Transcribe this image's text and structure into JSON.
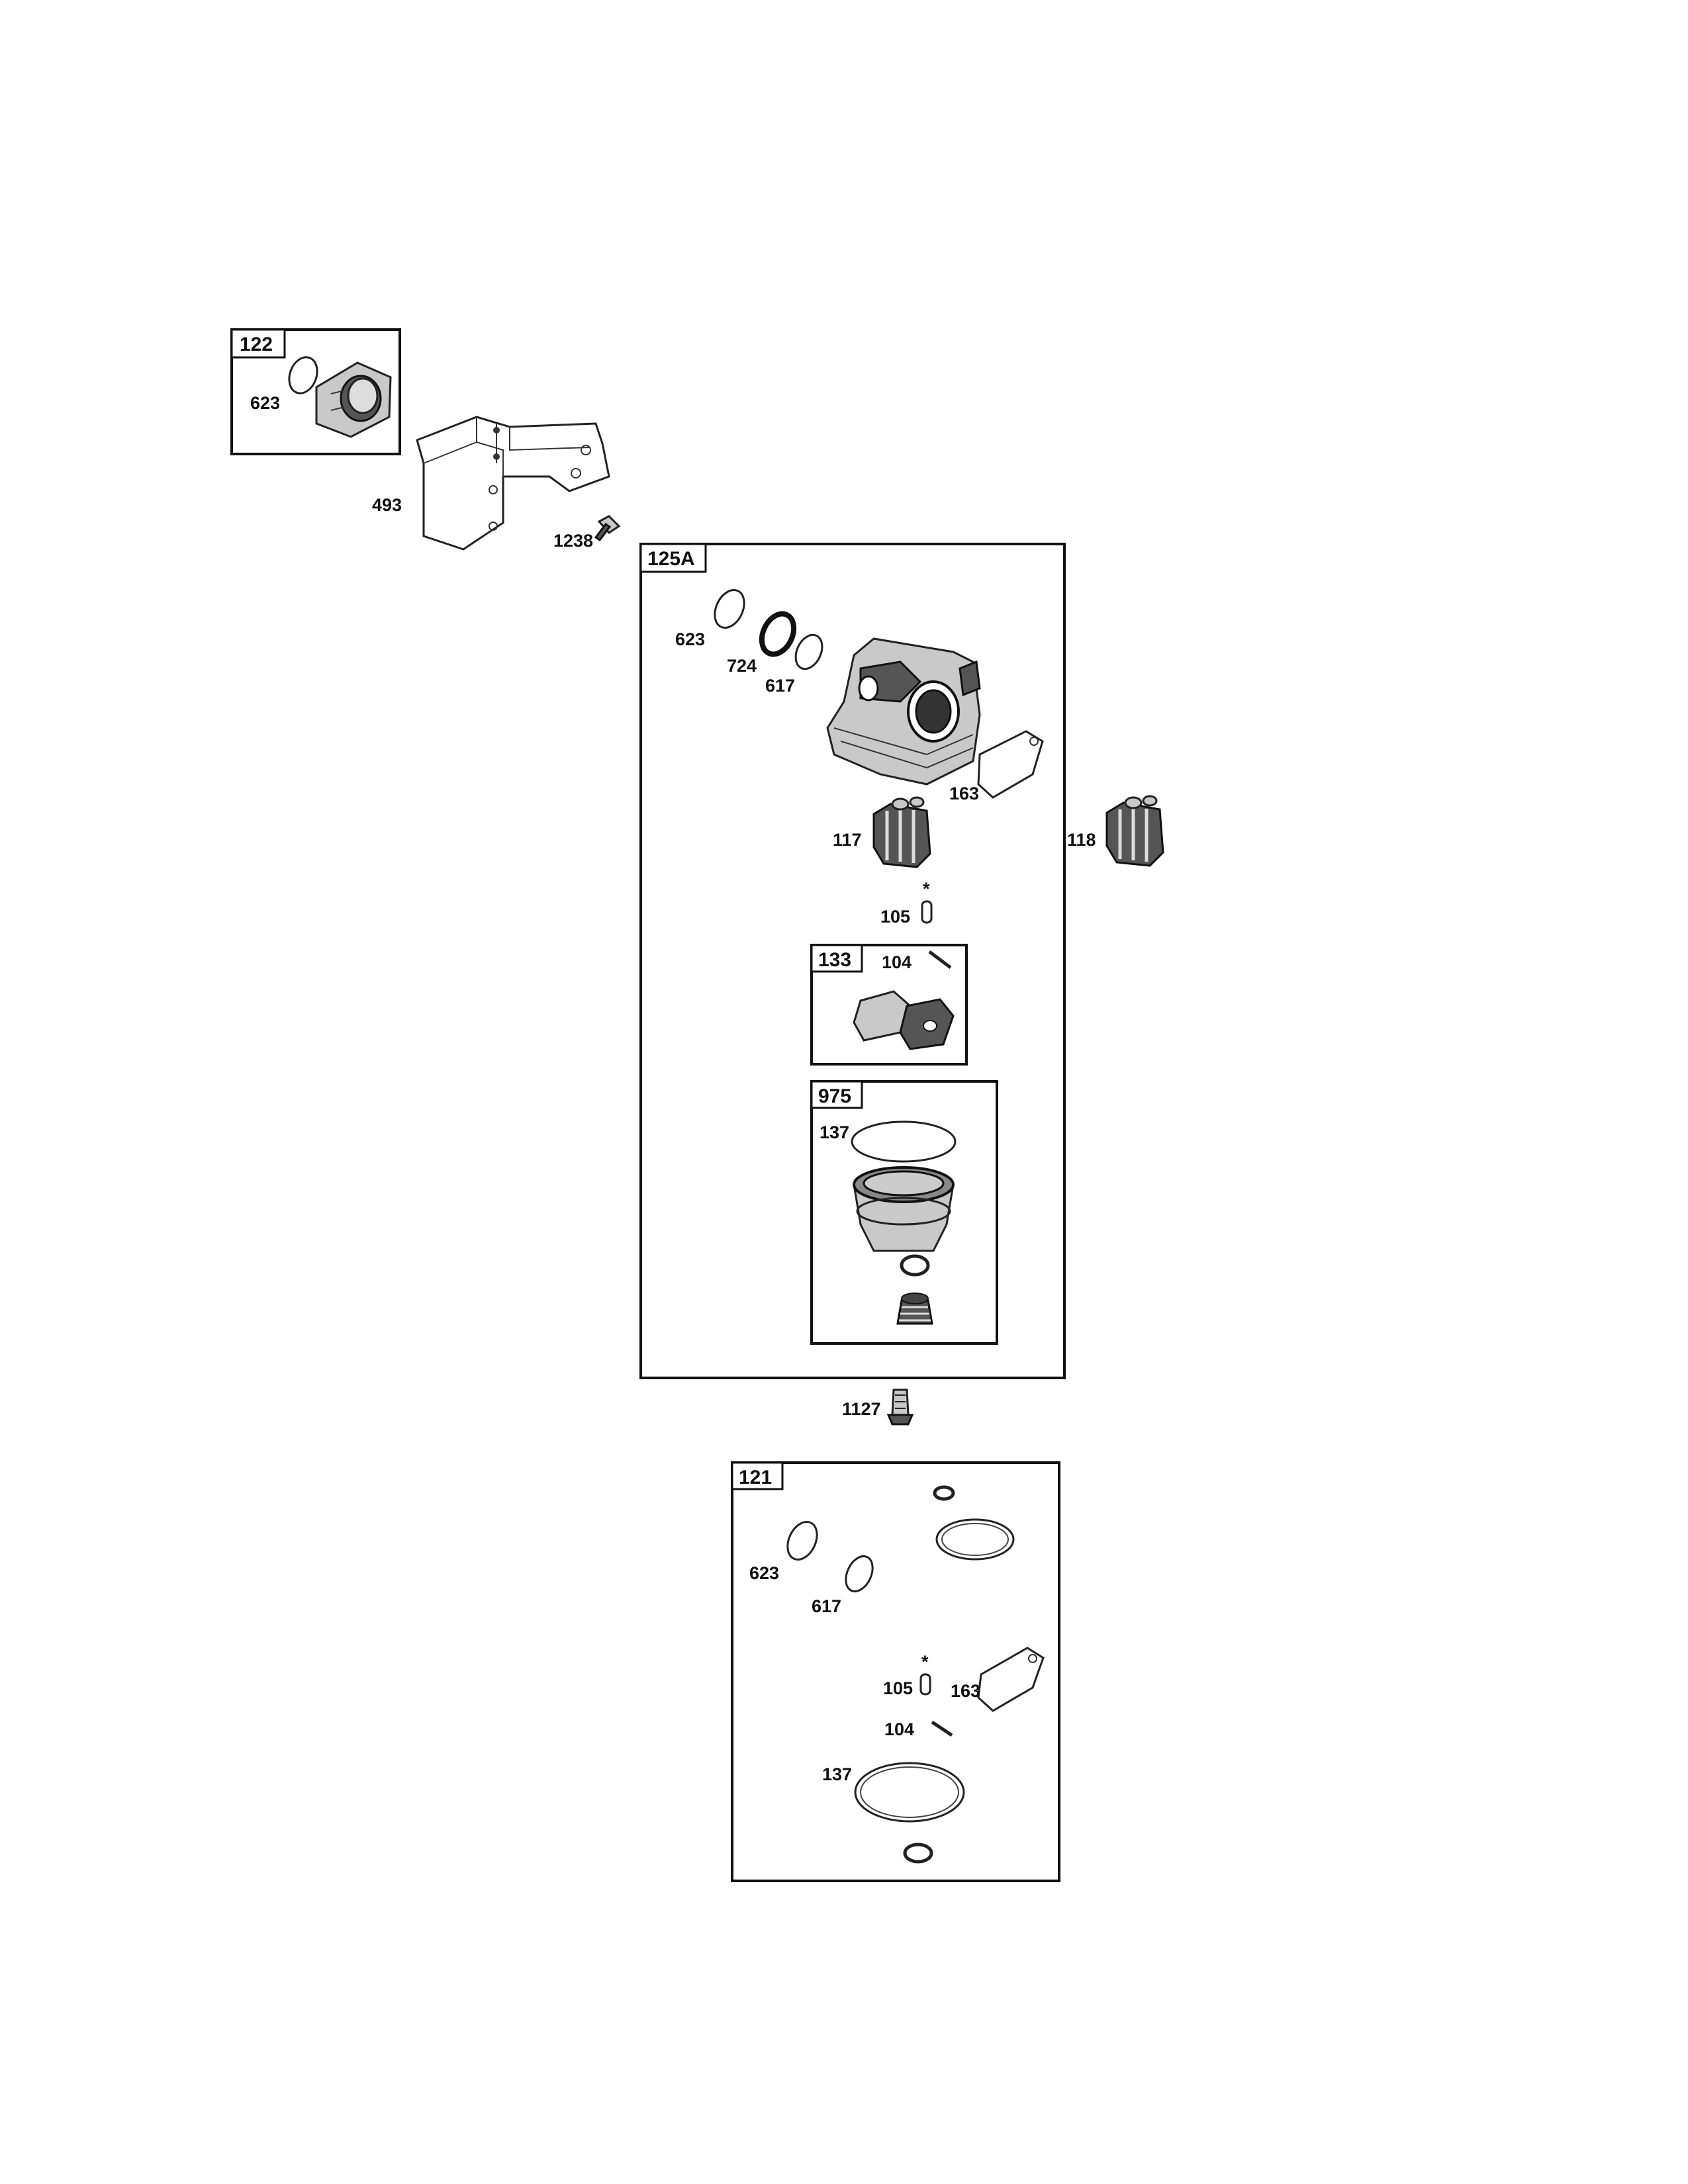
{
  "kits": {
    "k122": {
      "tag": "122",
      "labels": {
        "l623": "623"
      }
    },
    "k125a": {
      "tag": "125A",
      "labels": {
        "l623": "623",
        "l724": "724",
        "l617": "617",
        "l163": "163",
        "l117": "117",
        "l105": "105"
      }
    },
    "k133": {
      "tag": "133",
      "labels": {
        "l104": "104"
      }
    },
    "k975": {
      "tag": "975",
      "labels": {
        "l137": "137"
      }
    },
    "k121": {
      "tag": "121",
      "labels": {
        "l623": "623",
        "l617": "617",
        "l105": "105",
        "l163": "163",
        "l104": "104",
        "l137": "137"
      }
    }
  },
  "loose_labels": {
    "l493": "493",
    "l1238": "1238",
    "l118": "118",
    "l1127": "1127"
  },
  "symbols": {
    "asterisk": "*"
  }
}
